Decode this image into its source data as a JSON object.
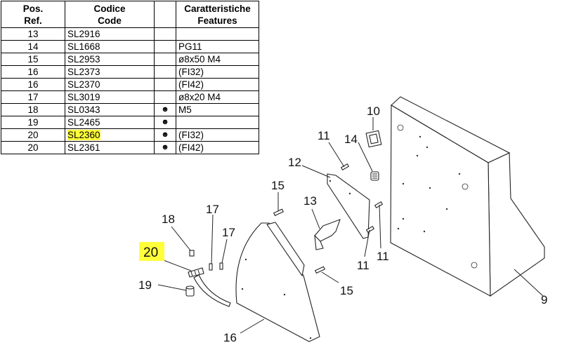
{
  "table": {
    "headers": {
      "pos_line1": "Pos.",
      "pos_line2": "Ref.",
      "code_line1": "Codice",
      "code_line2": "Code",
      "mark": "",
      "features_line1": "Caratteristiche",
      "features_line2": "Features"
    },
    "rows": [
      {
        "pos": "13",
        "code": "SL2916",
        "mark": "",
        "features": ""
      },
      {
        "pos": "14",
        "code": "SL1668",
        "mark": "",
        "features": "PG11"
      },
      {
        "pos": "15",
        "code": "SL2953",
        "mark": "",
        "features": "ø8x50 M4"
      },
      {
        "pos": "16",
        "code": "SL2373",
        "mark": "",
        "features": "(FI32)"
      },
      {
        "pos": "16",
        "code": "SL2370",
        "mark": "",
        "features": "(FI42)"
      },
      {
        "pos": "17",
        "code": "SL3019",
        "mark": "",
        "features": "ø8x20 M4"
      },
      {
        "pos": "18",
        "code": "SL0343",
        "mark": "☻",
        "features": "M5"
      },
      {
        "pos": "19",
        "code": "SL2465",
        "mark": "☻",
        "features": ""
      },
      {
        "pos": "20",
        "code": "SL2360",
        "mark": "☻",
        "features": "(FI32)",
        "highlighted": true
      },
      {
        "pos": "20",
        "code": "SL2361",
        "mark": "☻",
        "features": "(FI42)"
      }
    ]
  },
  "diagram": {
    "callouts": {
      "c9": "9",
      "c10": "10",
      "c11a": "11",
      "c11b": "11",
      "c11c": "11",
      "c12": "12",
      "c13": "13",
      "c14": "14",
      "c15a": "15",
      "c15b": "15",
      "c16": "16",
      "c17a": "17",
      "c17b": "17",
      "c18": "18",
      "c19": "19",
      "c20": "20"
    },
    "highlight_color": "#ffff3a"
  }
}
